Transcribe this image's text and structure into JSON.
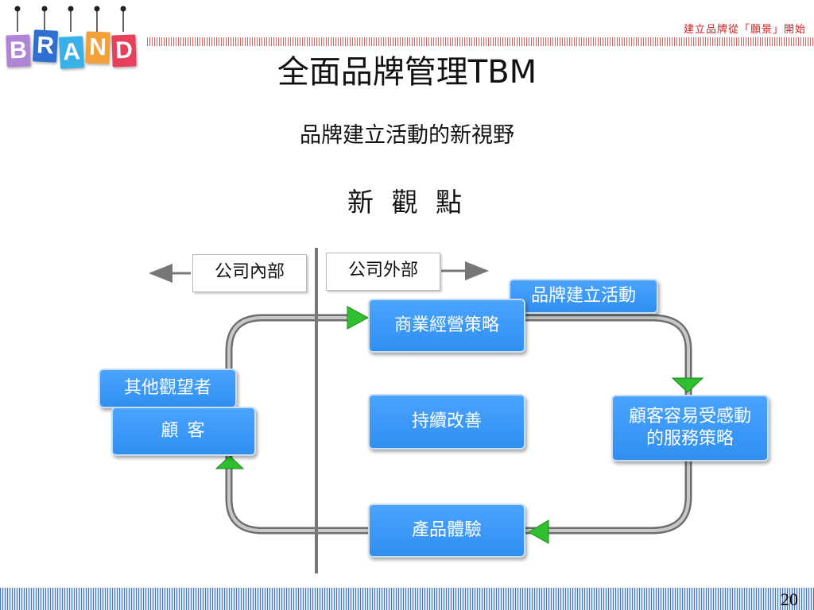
{
  "header": {
    "slogan": "建立品牌從「願景」開始",
    "logo_letters": [
      "B",
      "R",
      "A",
      "N",
      "D"
    ]
  },
  "title": "全面品牌管理TBM",
  "subtitle": "品牌建立活動的新視野",
  "subtitle2": "新 觀 點",
  "diagram": {
    "inside_label": "公司內部",
    "outside_label": "公司外部",
    "activity_label": "品牌建立活動",
    "nodes": {
      "strategy": "商業經營策略",
      "service_line1": "顧客容易受感動",
      "service_line2": "的服務策略",
      "experience": "產品體驗",
      "improvement": "持續改善",
      "customer": "顧 客",
      "onlookers": "其他觀望者"
    }
  },
  "colors": {
    "box_blue": "#3a9af8",
    "arrow_green": "#33cc33",
    "band_red": "#e35b5b",
    "band_blue": "#3f74c8"
  },
  "page_number": "20"
}
